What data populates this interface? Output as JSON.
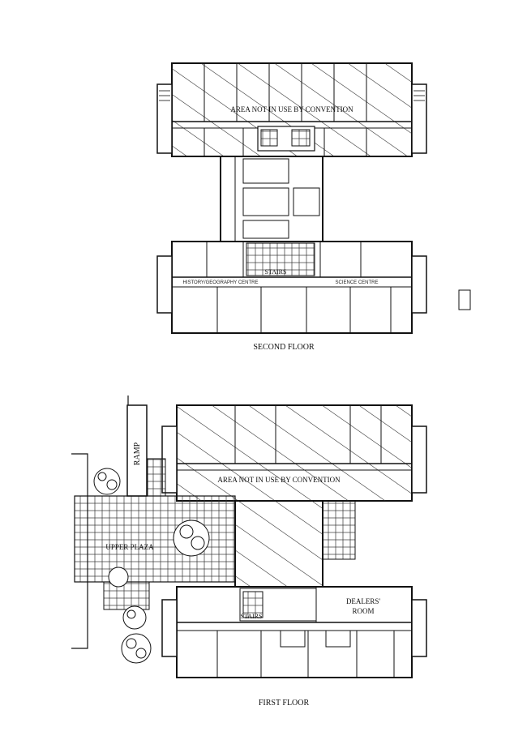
{
  "second_floor": {
    "caption": "SECOND FLOOR",
    "not_in_use": "AREA NOT IN USE BY CONVENTION",
    "stairs": "STAIRS",
    "history_centre": "HISTORY/GEOGRAPHY  CENTRE",
    "science_centre": "SCIENCE  CENTRE"
  },
  "first_floor": {
    "caption": "FIRST FLOOR",
    "not_in_use": "AREA NOT IN USE BY CONVENTION",
    "ramp": "RAMP",
    "upper_plaza": "UPPER PLAZA",
    "stairs": "STAIRS",
    "dealers_room_line1": "DEALERS'",
    "dealers_room_line2": "ROOM"
  },
  "colors": {
    "ink": "#111111",
    "paper": "#ffffff"
  }
}
